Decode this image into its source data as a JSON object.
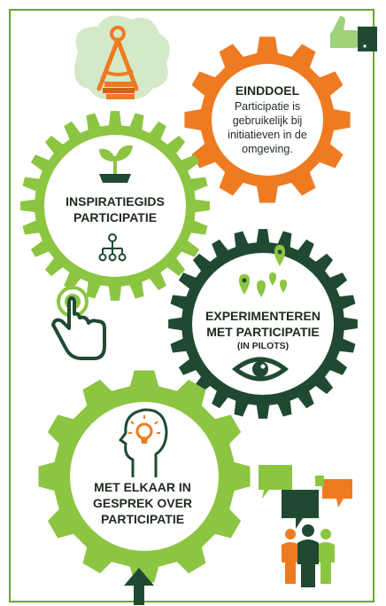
{
  "colors": {
    "light_green": "#8cc541",
    "dark_green": "#1f4a31",
    "orange": "#ee7b22",
    "frame": "#6aa535",
    "sketch_green": "#d4e9c7",
    "text": "#1f2a1f"
  },
  "goal": {
    "title": "EINDDOEL",
    "line1": "Participatie is",
    "line2": "gebruikelijk bij",
    "line3": "initiatieven in de",
    "line4": "omgeving."
  },
  "guide": {
    "line1": "INSPIRATIEGIDS",
    "line2": "PARTICIPATIE"
  },
  "experiment": {
    "line1": "EXPERIMENTEREN",
    "line2": "MET PARTICIPATIE",
    "line3": "(IN PILOTS)"
  },
  "conversation": {
    "line1": "MET ELKAAR IN",
    "line2": "GESPREK OVER",
    "line3": "PARTICIPATIE"
  },
  "icons": [
    "compass-book-icon",
    "thumbs-up-icon",
    "plant-icon",
    "hierarchy-icon",
    "hand-pointer-icon",
    "map-pins-icon",
    "eye-icon",
    "head-lightbulb-icon",
    "speech-bubbles-icon",
    "people-icon",
    "up-arrow-icon"
  ]
}
